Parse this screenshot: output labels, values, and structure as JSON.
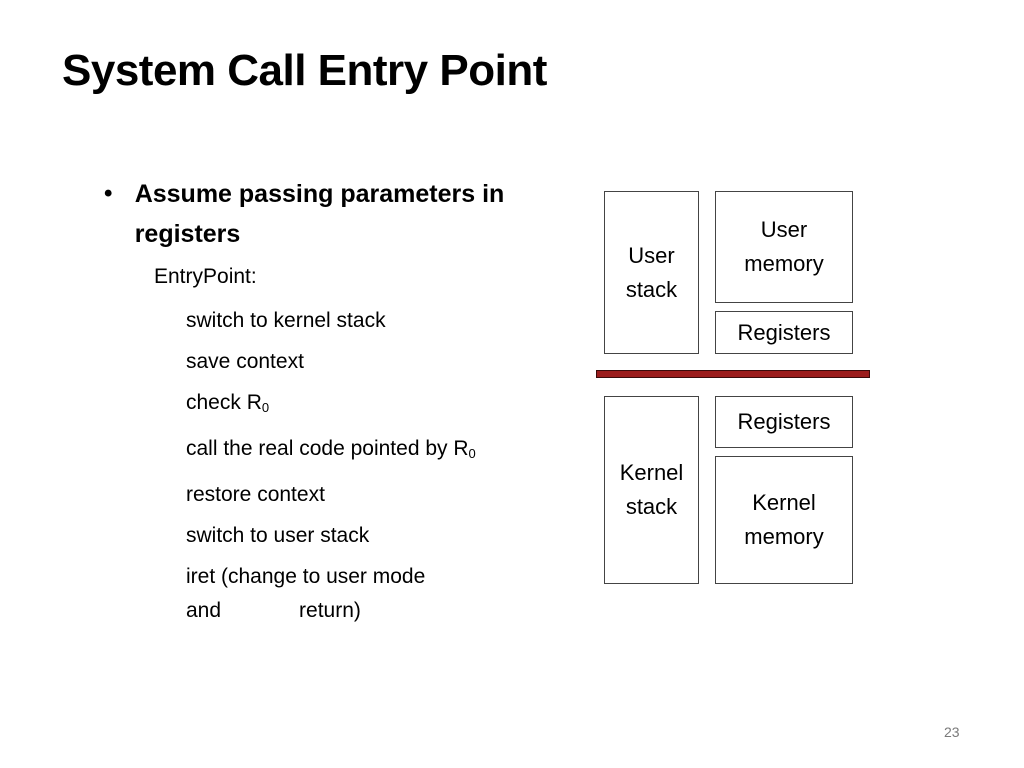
{
  "slide": {
    "title": "System Call Entry Point",
    "bullet": "Assume passing parameters in registers",
    "entry_label": "EntryPoint:",
    "steps": [
      "switch to kernel stack",
      "save context",
      "check R",
      "call the real code pointed by R",
      "restore context",
      "switch to user stack",
      "iret (change to user mode"
    ],
    "subscript": "0",
    "last_step_cont": [
      "and",
      "return)"
    ],
    "page_number": "23"
  },
  "diagram": {
    "user_stack": "User stack",
    "user_memory": "User memory",
    "user_registers": "Registers",
    "kernel_registers": "Registers",
    "kernel_stack": "Kernel stack",
    "kernel_memory": "Kernel memory",
    "divider_color": "#9b1c1c"
  }
}
